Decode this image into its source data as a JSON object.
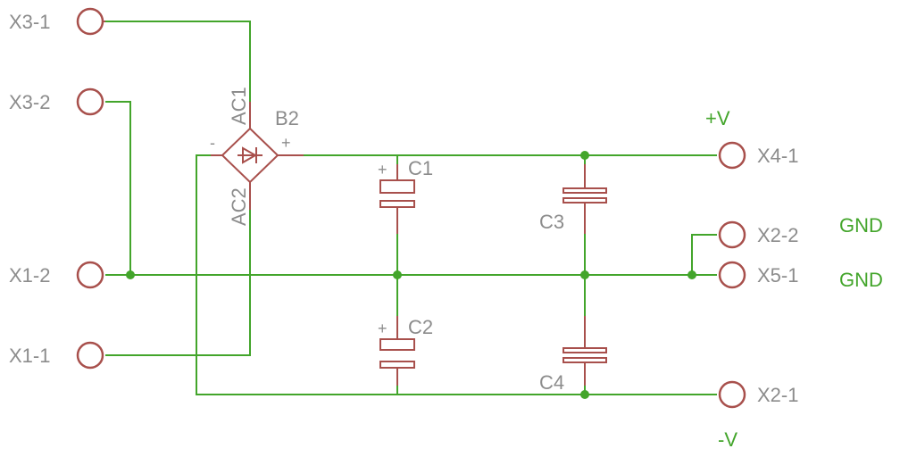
{
  "connectors": {
    "x3_1": "X3-1",
    "x3_2": "X3-2",
    "x1_2": "X1-2",
    "x1_1": "X1-1",
    "x4_1": "X4-1",
    "x2_2": "X2-2",
    "x5_1": "X5-1",
    "x2_1": "X2-1"
  },
  "bridge": {
    "name": "B2",
    "ac1": "AC1",
    "ac2": "AC2",
    "minus": "-",
    "plus": "+"
  },
  "capacitors": {
    "c1": "C1",
    "c2": "C2",
    "c3": "C3",
    "c4": "C4",
    "polarity": "+"
  },
  "nets": {
    "pos": "+V",
    "neg": "-V",
    "gnd_top": "GND",
    "gnd_bottom": "GND"
  },
  "colors": {
    "wire": "#43a52b",
    "component": "#a8504c",
    "label": "#8c8c8c"
  }
}
